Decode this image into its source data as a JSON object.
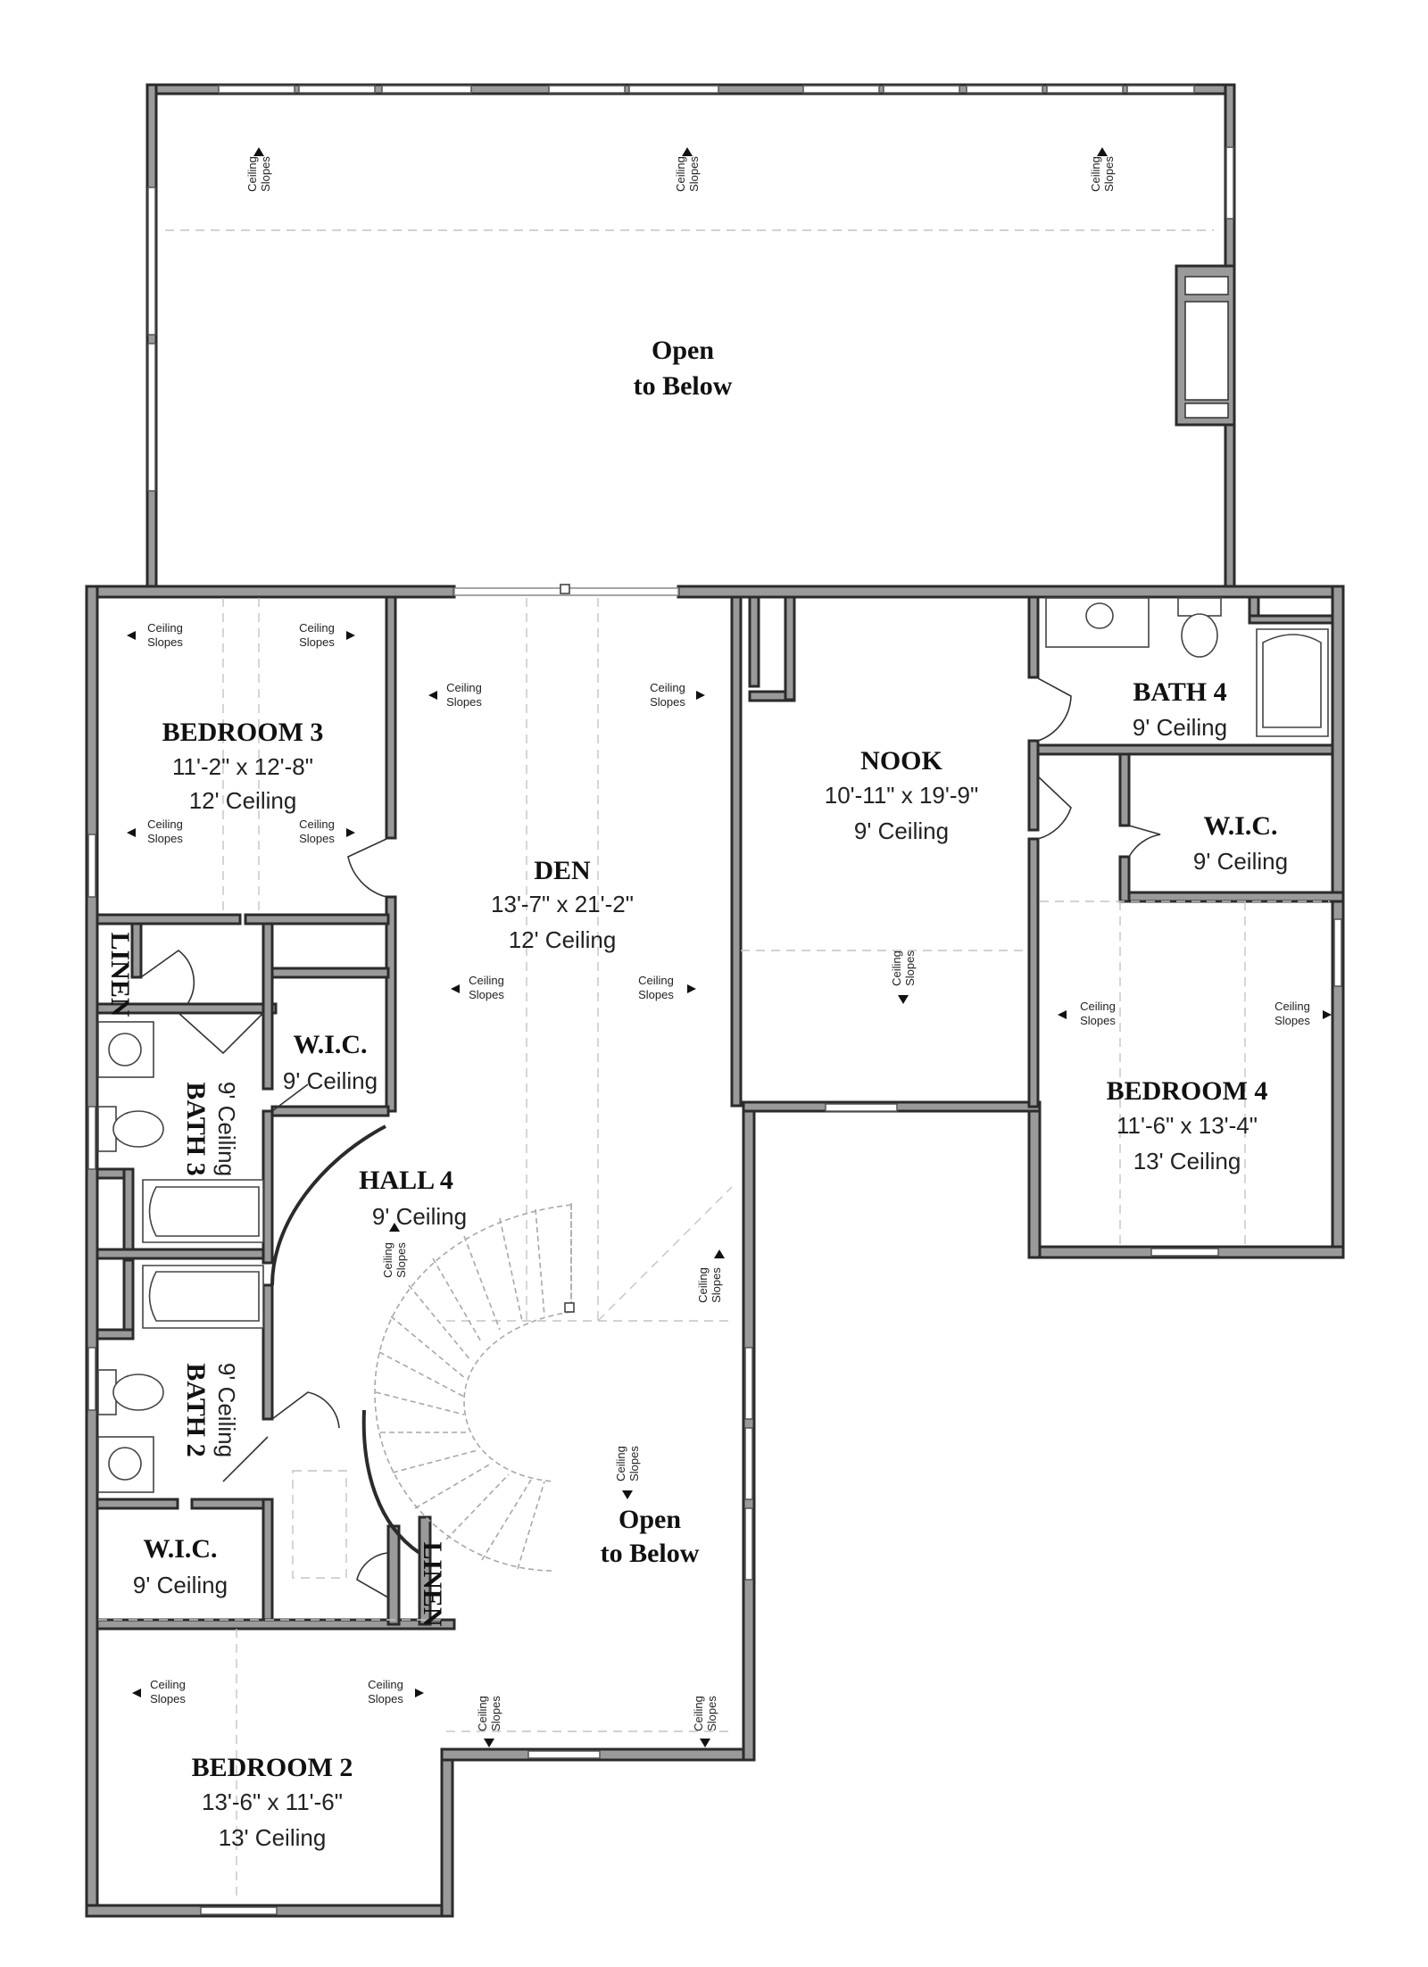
{
  "rooms": {
    "open_top": {
      "line1": "Open",
      "line2": "to Below"
    },
    "bedroom3": {
      "name": "BEDROOM 3",
      "dims": "11'-2\" x 12'-8\"",
      "ceiling": "12' Ceiling"
    },
    "den": {
      "name": "DEN",
      "dims": "13'-7\" x 21'-2\"",
      "ceiling": "12' Ceiling"
    },
    "nook": {
      "name": "NOOK",
      "dims": "10'-11\" x 19'-9\"",
      "ceiling": "9' Ceiling"
    },
    "bath4": {
      "name": "BATH 4",
      "ceiling": "9' Ceiling"
    },
    "wic_right": {
      "name": "W.I.C.",
      "ceiling": "9' Ceiling"
    },
    "bedroom4": {
      "name": "BEDROOM 4",
      "dims": "11'-6\" x 13'-4\"",
      "ceiling": "13' Ceiling"
    },
    "linen_top": {
      "name": "LINEN"
    },
    "wic_mid": {
      "name": "W.I.C.",
      "ceiling": "9' Ceiling"
    },
    "bath3": {
      "name": "BATH 3",
      "ceiling": "9' Ceiling"
    },
    "hall4": {
      "name": "HALL 4",
      "ceiling": "9' Ceiling"
    },
    "bath2": {
      "name": "BATH 2",
      "ceiling": "9' Ceiling"
    },
    "open_bottom": {
      "line1": "Open",
      "line2": "to Below"
    },
    "wic_left": {
      "name": "W.I.C.",
      "ceiling": "9' Ceiling"
    },
    "linen_bottom": {
      "name": "LINEN"
    },
    "bedroom2": {
      "name": "BEDROOM 2",
      "dims": "13'-6\" x 11'-6\"",
      "ceiling": "13' Ceiling"
    }
  },
  "slope_note": {
    "line1": "Ceiling",
    "line2": "Slopes"
  }
}
